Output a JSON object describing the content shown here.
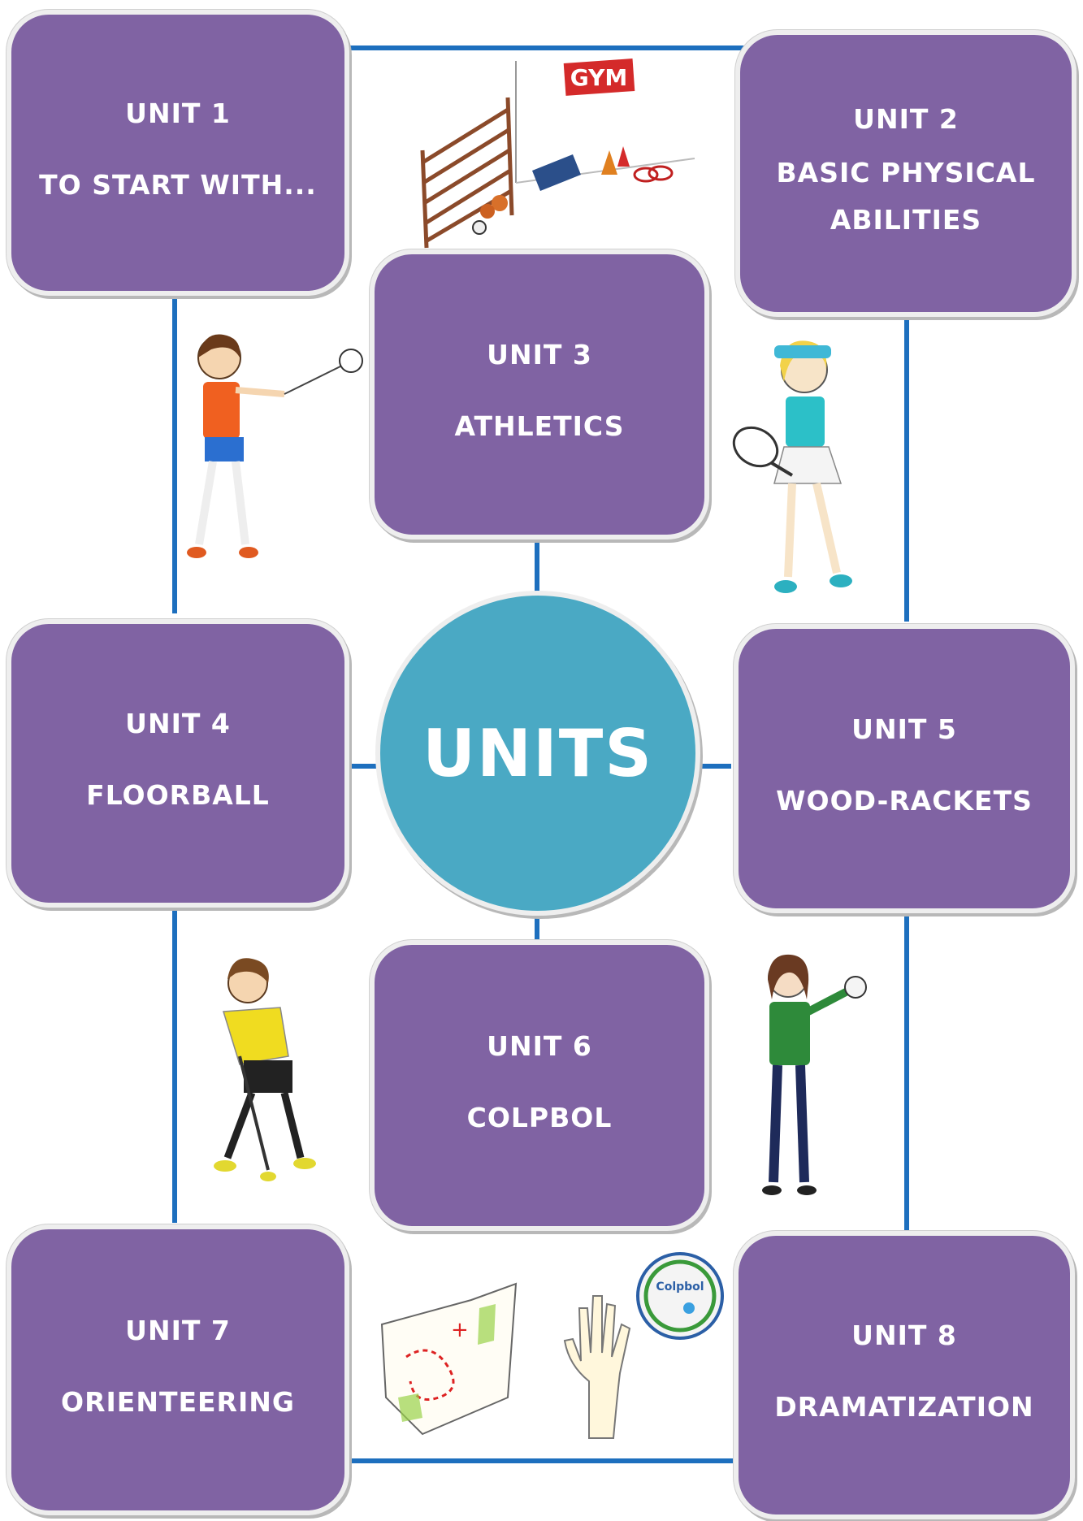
{
  "center": {
    "label": "UNITS"
  },
  "units": [
    {
      "number": "UNIT 1",
      "name": "TO START WITH..."
    },
    {
      "number": "UNIT 2",
      "name": "BASIC PHYSICAL ABILITIES"
    },
    {
      "number": "UNIT 3",
      "name": "ATHLETICS"
    },
    {
      "number": "UNIT 4",
      "name": "FLOORBALL"
    },
    {
      "number": "UNIT 5",
      "name": "WOOD-RACKETS"
    },
    {
      "number": "UNIT 6",
      "name": "COLPBOL"
    },
    {
      "number": "UNIT 7",
      "name": "ORIENTEERING"
    },
    {
      "number": "UNIT 8",
      "name": "DRAMATIZATION"
    }
  ],
  "illustrations": {
    "gym_sign": "GYM",
    "ball_text": "Colpbol"
  },
  "colors": {
    "box": "#8063a3",
    "center": "#4aa9c4",
    "connector": "#1d6fbe"
  }
}
